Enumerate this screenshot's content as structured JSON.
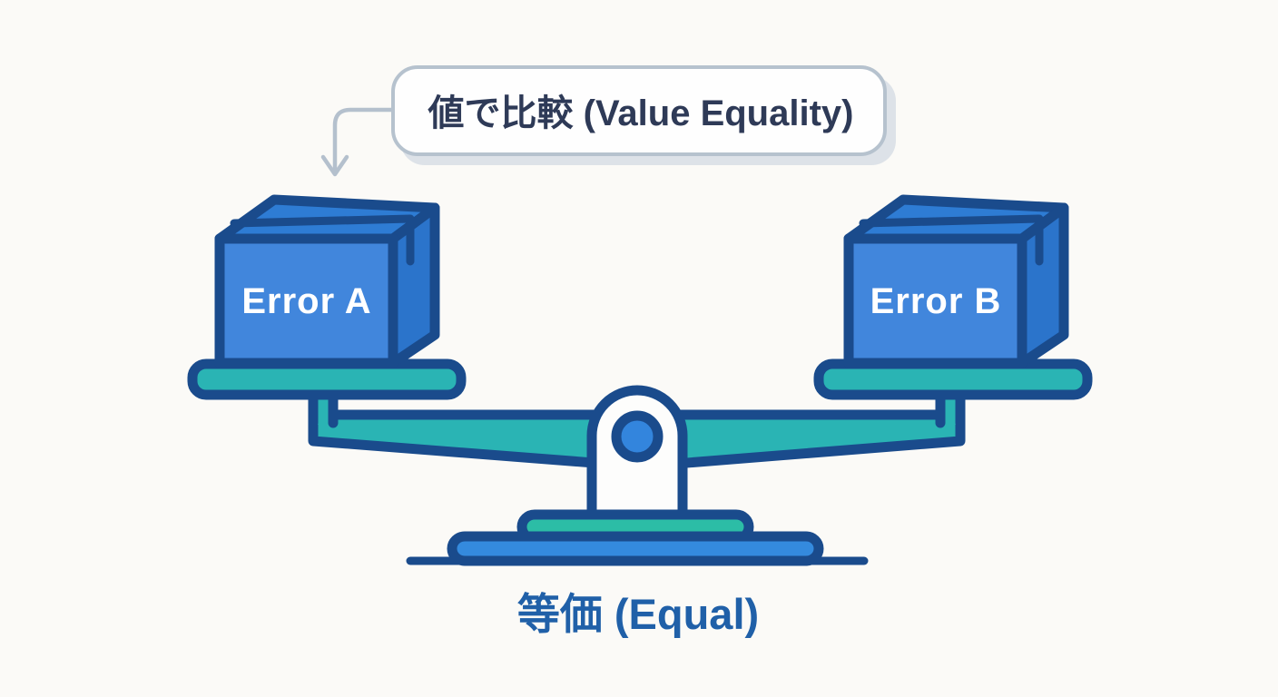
{
  "scene": {
    "callout_label": "値で比較 (Value Equality)",
    "left_box_label": "Error A",
    "right_box_label": "Error B",
    "caption_label": "等価 (Equal)"
  },
  "icons": {
    "callout_arrow": "arrow-down"
  },
  "colors": {
    "background": "#fbfaf7",
    "navy": "#1a4b8c",
    "box-front": "#4186dc",
    "box-top": "#2e7cd4",
    "box-side": "#2b74cb",
    "teal": "#2ab4b4",
    "base-teal": "#2cbda6",
    "base-blue": "#348ade",
    "pivot-blue": "#3385dd",
    "pillar-fill": "#fdfdfc",
    "bubble-fill": "#fefefe",
    "bubble-border": "#b6c2ce",
    "bubble-shadow": "#dde2e8",
    "arrow": "#b4c0cd",
    "title-text": "#2e3a57",
    "caption-text": "#2060a8",
    "box-label-text": "#ffffff"
  }
}
